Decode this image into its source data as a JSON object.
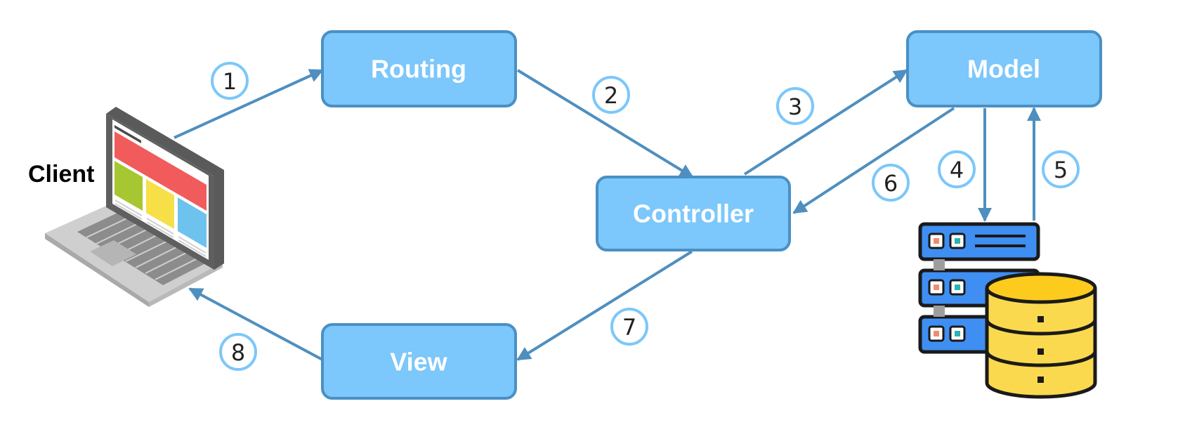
{
  "colors": {
    "node_fill": "#7cc7fb",
    "node_stroke": "#4a90c4",
    "arrow": "#4f8fbf",
    "step_circle_stroke": "#7cc7fb",
    "laptop_red": "#f25b5b",
    "laptop_green": "#a6c731",
    "laptop_yellow": "#f7df48",
    "laptop_blue": "#6ec3ee",
    "db_yellow": "#fbd94e",
    "server_blue": "#3f8ef2"
  },
  "client": {
    "label": "Client",
    "icon": "laptop-icon"
  },
  "nodes": {
    "routing": "Routing",
    "controller": "Controller",
    "model": "Model",
    "view": "View"
  },
  "steps": [
    "1",
    "2",
    "3",
    "4",
    "5",
    "6",
    "7",
    "8"
  ],
  "database": {
    "icon": "database-server-icon"
  }
}
